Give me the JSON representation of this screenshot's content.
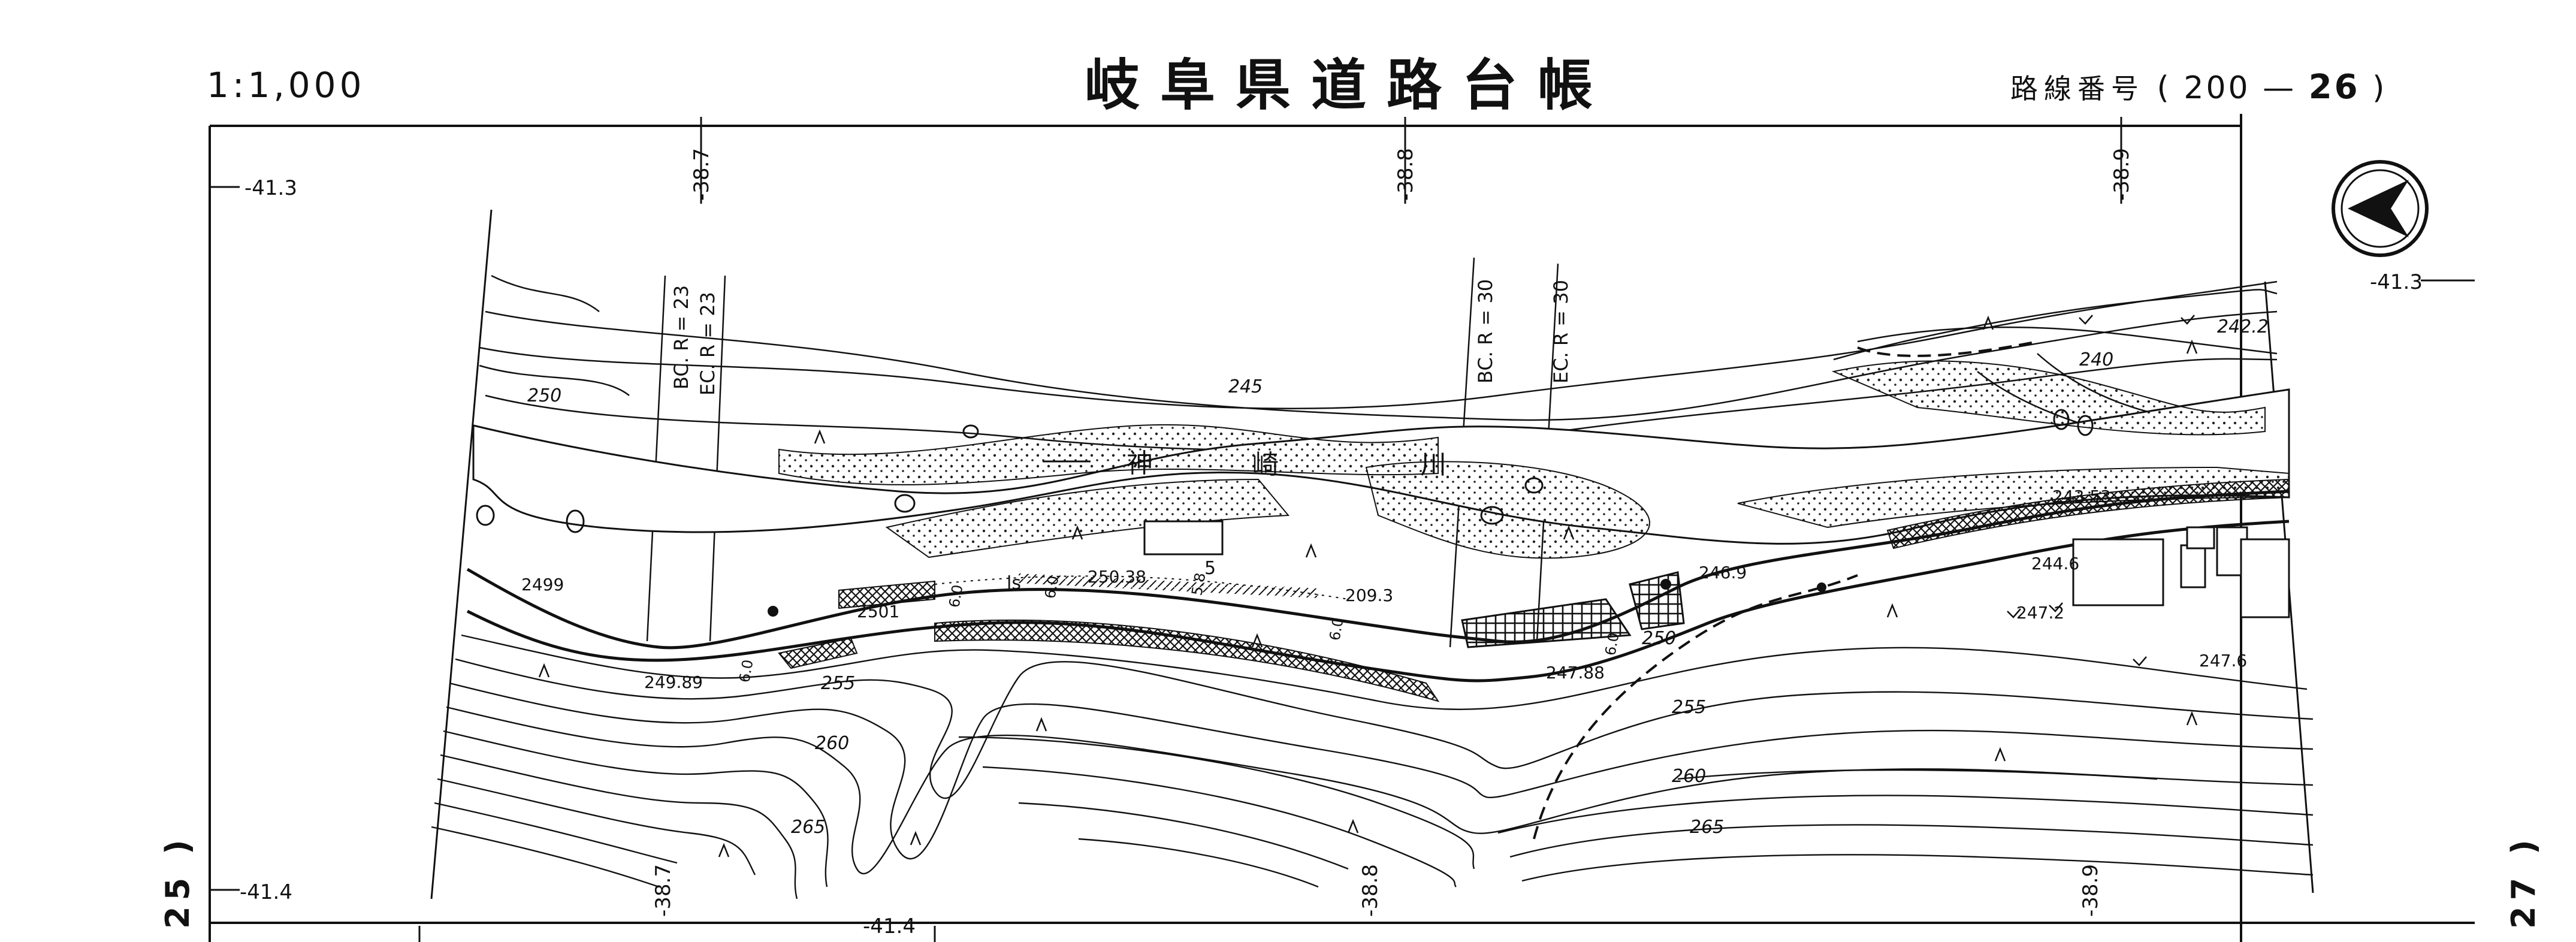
{
  "header": {
    "scale": "1:1,000",
    "title": "岐阜県道路台帳",
    "route_label": "路線番号",
    "route_open": "(",
    "route_prefix": "200",
    "route_dash": "—",
    "route_number": "26",
    "route_close": ")"
  },
  "edges": {
    "left": "25 )",
    "right": "27 )"
  },
  "grid": {
    "coord_left_top": "-41.3",
    "coord_left_bottom": "-41.4",
    "coord_right_top": "-41.3",
    "coord_bottom_mid": "-41.4",
    "coord_top_1": "-38.7",
    "coord_top_2": "-38.8",
    "coord_top_3": "-38.9",
    "coord_bottom_1": "-38.7",
    "coord_bottom_2": "-38.8",
    "coord_bottom_3": "-38.9"
  },
  "curves": {
    "bc_1": "BC. R = 23",
    "ec_1": "EC. R = 23",
    "bc_2": "BC. R = 30",
    "ec_2": "EC. R = 30"
  },
  "river": {
    "name_1": "神",
    "name_2": "崎",
    "name_3": "川"
  },
  "contours": {
    "c_250_left": "250",
    "c_245": "245",
    "c_240": "240",
    "c_255_a": "255",
    "c_255_b": "255",
    "c_260_a": "260",
    "c_260_b": "260",
    "c_265_a": "265",
    "c_265_b": "265",
    "c_250_road": "250"
  },
  "elevations": {
    "e1": "2499",
    "e2": "2501",
    "e3": "250.38",
    "e4": "209.3",
    "e5": "249.89",
    "e6": "247.88",
    "e7": "246.9",
    "e8": "244.6",
    "e9": "243.53",
    "e10": "247.2",
    "e11": "247.6",
    "e12": "242.2"
  },
  "widths": {
    "w1": "6.0",
    "w2": "6.0",
    "w3": "6.0",
    "w4": "6.0",
    "w5": "5.8",
    "w6": "6.0"
  },
  "marks": {
    "ls": "ls",
    "wall": "5"
  },
  "colors": {
    "ink": "#111111",
    "paper": "#ffffff"
  },
  "icons": {
    "north_arrow": "north-arrow-icon"
  }
}
